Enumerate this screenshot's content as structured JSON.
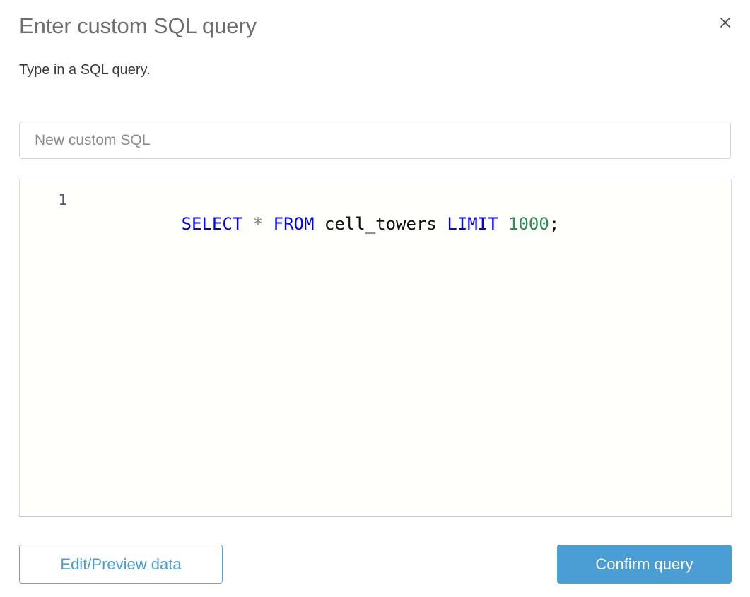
{
  "dialog": {
    "title": "Enter custom SQL query",
    "subtitle": "Type in a SQL query.",
    "close_icon": "close-icon"
  },
  "name_field": {
    "value": "",
    "placeholder": "New custom SQL"
  },
  "editor": {
    "line_number": "1",
    "query_text": "SELECT * FROM cell_towers LIMIT 1000;",
    "tokens": [
      {
        "text": "SELECT",
        "type": "keyword"
      },
      {
        "text": " ",
        "type": "plain"
      },
      {
        "text": "*",
        "type": "operator"
      },
      {
        "text": " ",
        "type": "plain"
      },
      {
        "text": "FROM",
        "type": "keyword"
      },
      {
        "text": " ",
        "type": "plain"
      },
      {
        "text": "cell_towers",
        "type": "ident"
      },
      {
        "text": " ",
        "type": "plain"
      },
      {
        "text": "LIMIT",
        "type": "keyword"
      },
      {
        "text": " ",
        "type": "plain"
      },
      {
        "text": "1000",
        "type": "number"
      },
      {
        "text": ";",
        "type": "punct"
      }
    ],
    "colors": {
      "keyword": "#0000ff",
      "operator": "#808080",
      "identifier": "#101010",
      "number": "#2e8b57",
      "background": "#fffffc",
      "gutter_text": "#4f5a68"
    }
  },
  "footer": {
    "secondary_label": "Edit/Preview data",
    "primary_label": "Confirm query",
    "accent_color": "#4a9ed4"
  }
}
